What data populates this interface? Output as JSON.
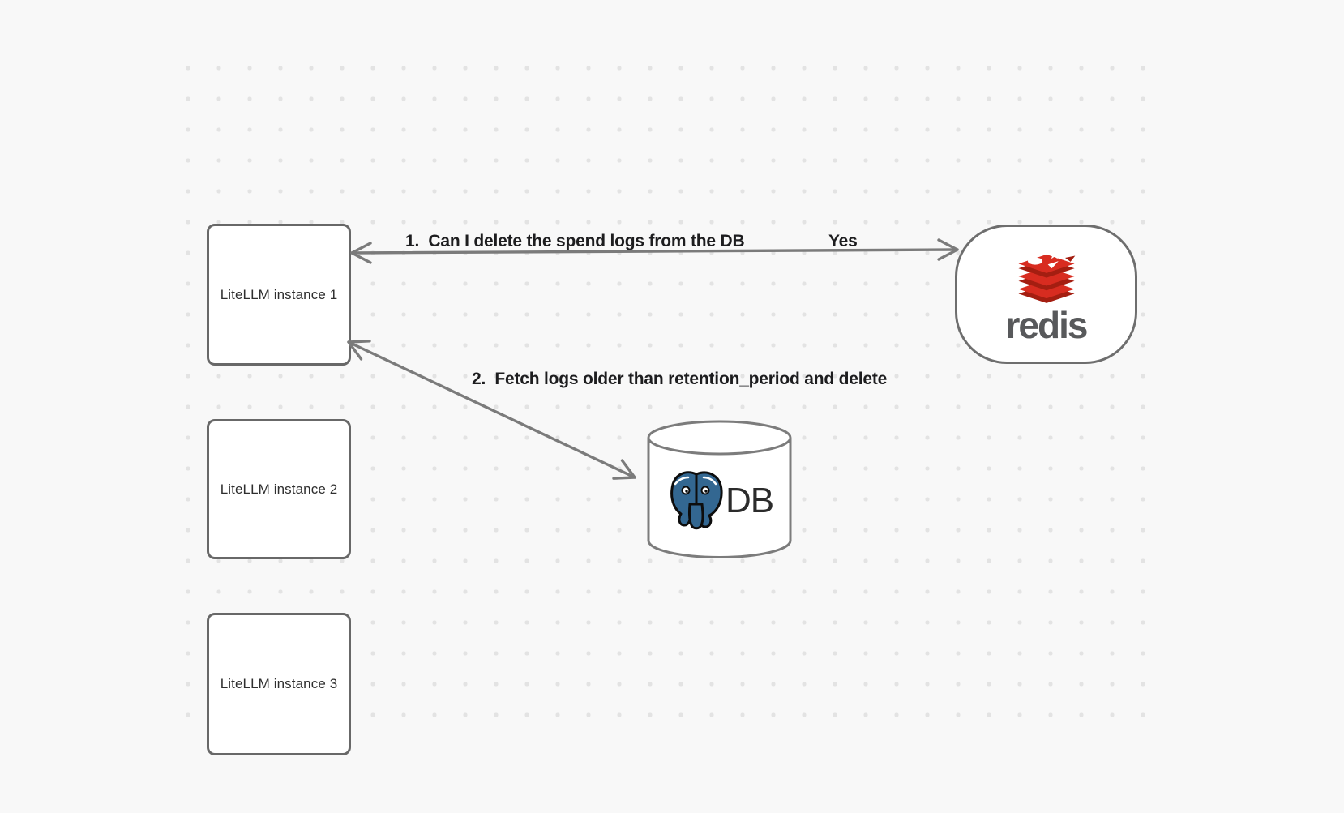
{
  "diagram": {
    "nodes": {
      "instance1": {
        "label": "LiteLLM instance 1"
      },
      "instance2": {
        "label": "LiteLLM instance 2"
      },
      "instance3": {
        "label": "LiteLLM instance 3"
      },
      "redis": {
        "wordmark": "redis"
      },
      "db": {
        "label": "DB"
      }
    },
    "edges": {
      "redis_query": {
        "label": "1.  Can I delete the spend logs from the DB",
        "reply": "Yes"
      },
      "db_fetch": {
        "label": "2.  Fetch logs older than retention_period and delete"
      }
    },
    "colors": {
      "background": "#f8f8f8",
      "grid_dot": "#e3e3e3",
      "node_border": "#686868",
      "node_fill": "#ffffff",
      "arrow": "#7b7b7b",
      "label_text": "#1d1d1f",
      "redis_red": "#d82c20",
      "redis_dark_red": "#a41e11",
      "redis_wordmark_gray": "#58595b",
      "postgres_blue": "#336791",
      "db_text": "#2b2b2b"
    }
  }
}
